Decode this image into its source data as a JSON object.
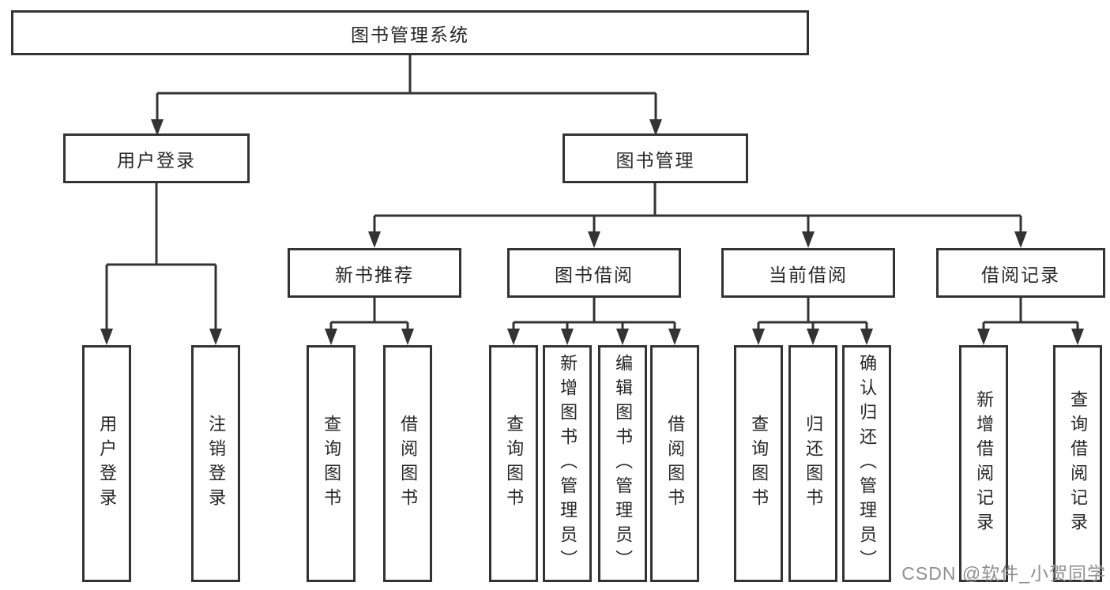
{
  "diagram_title": "图书管理系统",
  "tree": {
    "label": "图书管理系统",
    "children": [
      {
        "label": "用户登录",
        "children": [
          {
            "label": "用户登录"
          },
          {
            "label": "注销登录"
          }
        ]
      },
      {
        "label": "图书管理",
        "children": [
          {
            "label": "新书推荐",
            "children": [
              {
                "label": "查询图书"
              },
              {
                "label": "借阅图书"
              }
            ]
          },
          {
            "label": "图书借阅",
            "children": [
              {
                "label": "查询图书"
              },
              {
                "label": "新增图书（管理员）"
              },
              {
                "label": "编辑图书（管理员）"
              },
              {
                "label": "借阅图书"
              }
            ]
          },
          {
            "label": "当前借阅",
            "children": [
              {
                "label": "查询图书"
              },
              {
                "label": "归还图书"
              },
              {
                "label": "确认归还（管理员）"
              }
            ]
          },
          {
            "label": "借阅记录",
            "children": [
              {
                "label": "新增借阅记录"
              },
              {
                "label": "查询借阅记录"
              }
            ]
          }
        ]
      }
    ]
  },
  "watermark": {
    "text": "CSDN @软件_小贺同学"
  },
  "colors": {
    "line": "#333333",
    "box_border": "#333333",
    "text": "#262626",
    "watermark": "#8f8f8f",
    "background": "#ffffff"
  }
}
